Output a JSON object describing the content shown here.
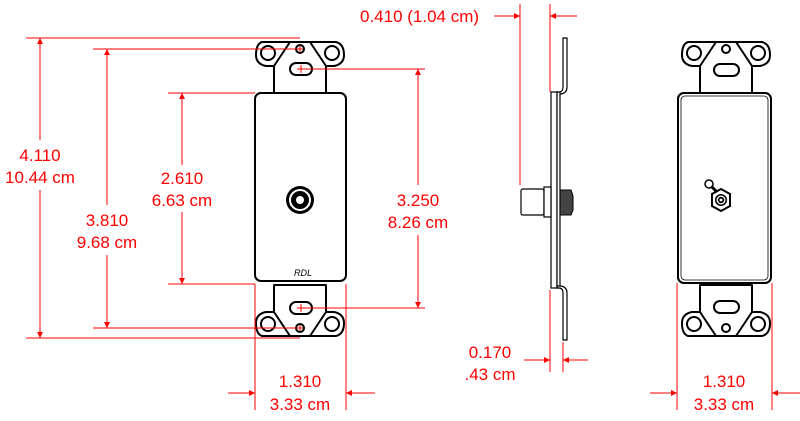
{
  "colors": {
    "dimension": "#ff0000",
    "outline": "#000000",
    "background": "#ffffff"
  },
  "front_view": {
    "logo": "RDL",
    "dimensions": {
      "overall_height": {
        "in": "4.110",
        "cm": "10.44 cm"
      },
      "mount_hole_spacing": {
        "in": "3.810",
        "cm": "9.68 cm"
      },
      "plate_height": {
        "in": "2.610",
        "cm": "6.63 cm"
      },
      "slot_spacing": {
        "in": "3.250",
        "cm": "8.26 cm"
      },
      "width": {
        "in": "1.310",
        "cm": "3.33 cm"
      }
    }
  },
  "side_view": {
    "dimensions": {
      "depth_top": "0.410 (1.04 cm)",
      "offset_bottom": {
        "in": "0.170",
        "cm": ".43 cm"
      }
    }
  },
  "rear_view": {
    "dimensions": {
      "width": {
        "in": "1.310",
        "cm": "3.33 cm"
      }
    }
  }
}
